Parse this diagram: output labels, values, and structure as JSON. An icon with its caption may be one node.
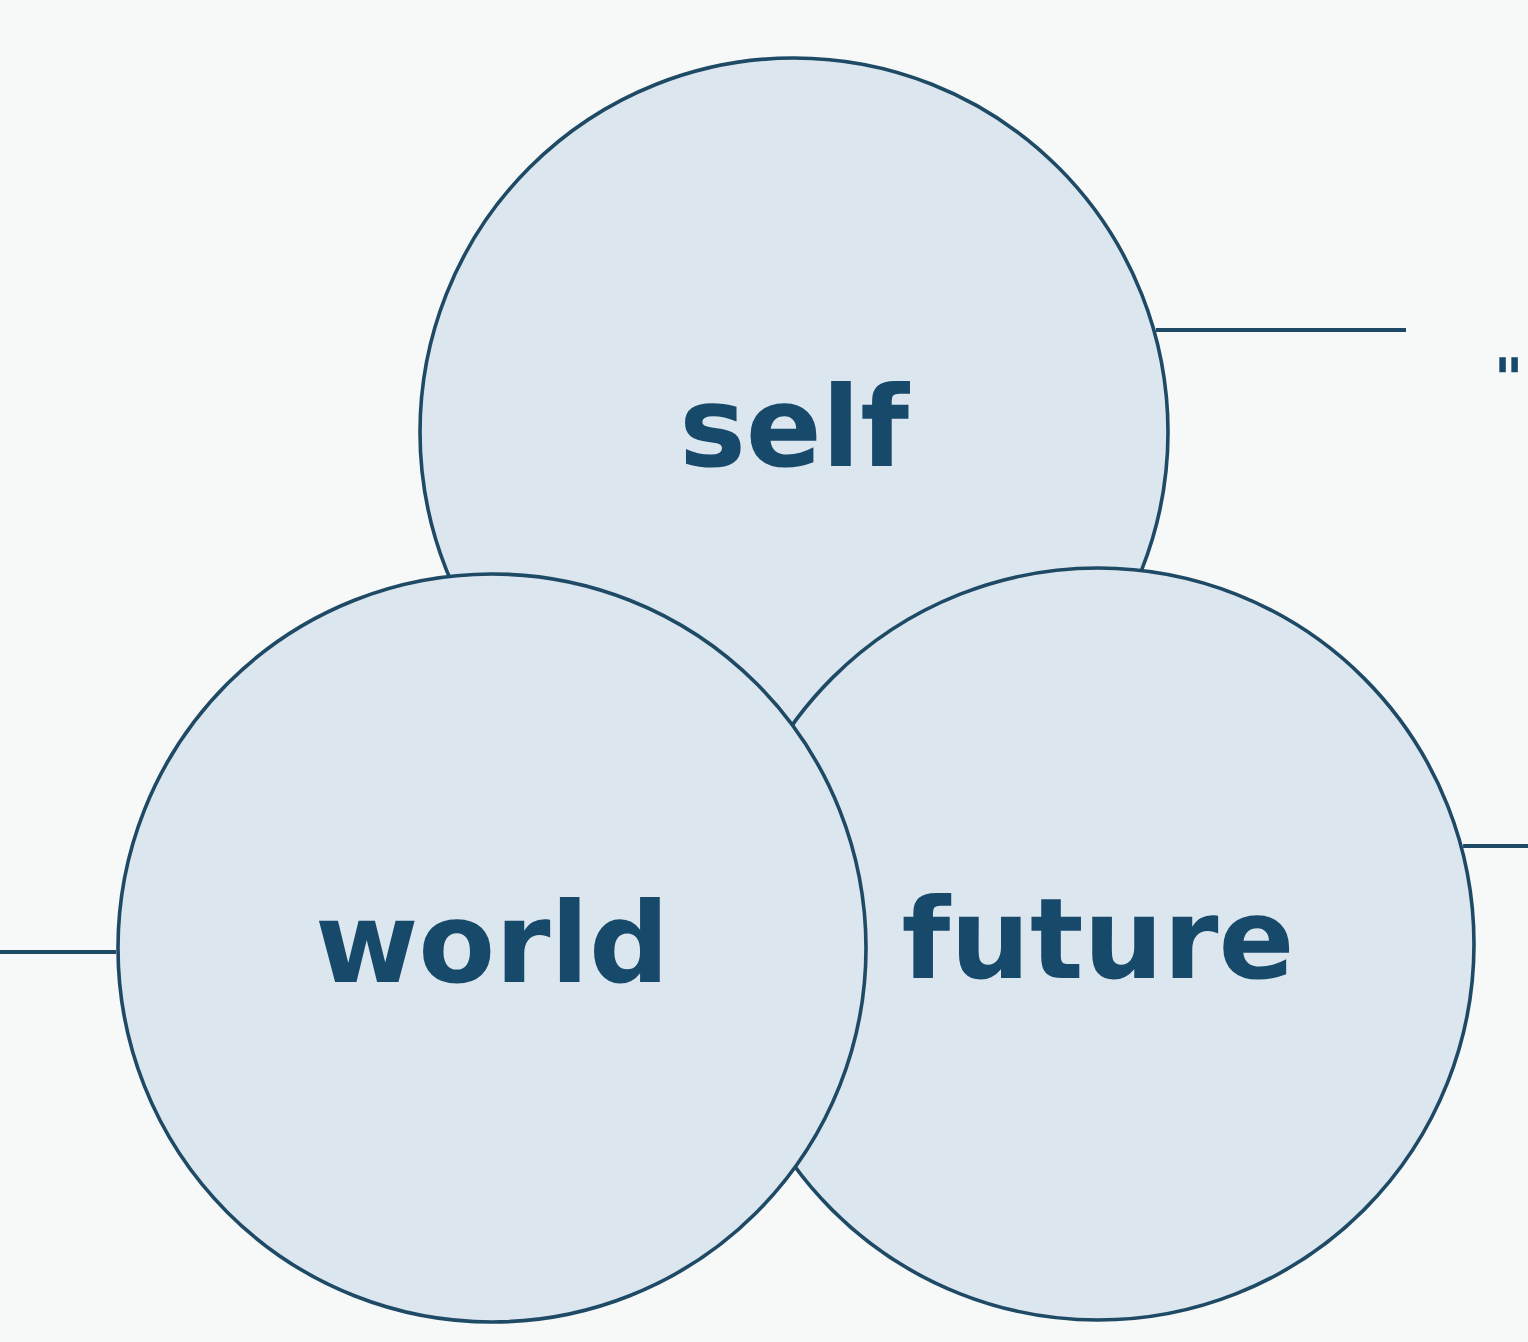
{
  "diagram": {
    "nodes": [
      {
        "text": [
          "self"
        ]
      },
      {
        "text": [
          "world"
        ]
      },
      {
        "text": [
          "future"
        ]
      }
    ],
    "edges": [
      {
        "from": 0,
        "to": null,
        "arrow": "none"
      },
      {
        "from": 2,
        "to": null,
        "arrow": "none"
      },
      {
        "from": 1,
        "to": null,
        "arrow": "none"
      }
    ],
    "labels": [
      "\""
    ]
  }
}
